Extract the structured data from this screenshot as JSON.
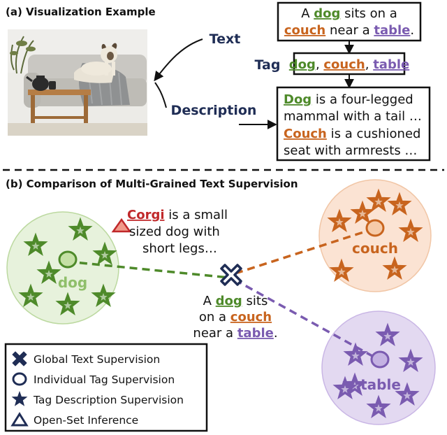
{
  "section_a": {
    "title": "(a) Visualization Example"
  },
  "section_b": {
    "title": "(b) Comparison of Multi-Grained Text Supervision"
  },
  "photo": {
    "alt": "Dog lying on a couch next to a wooden table"
  },
  "labels": {
    "text": "Text",
    "tag": "Tag",
    "description": "Description"
  },
  "text_box": {
    "line1": [
      {
        "t": "A "
      },
      {
        "t": "dog",
        "c": "green"
      },
      {
        "t": " sits on a"
      }
    ],
    "line2": [
      {
        "t": "couch",
        "c": "orange"
      },
      {
        "t": " near a "
      },
      {
        "t": "table",
        "c": "purple"
      },
      {
        "t": "."
      }
    ]
  },
  "tag_box": [
    {
      "t": "dog",
      "c": "green"
    },
    {
      "t": ", "
    },
    {
      "t": "couch",
      "c": "orange"
    },
    {
      "t": ", "
    },
    {
      "t": "table",
      "c": "purple"
    }
  ],
  "description_box": {
    "line1": [
      {
        "t": "Dog",
        "c": "green"
      },
      {
        "t": " is a four-legged"
      }
    ],
    "line2": [
      {
        "t": "mammal with a tail …"
      }
    ],
    "line3": [
      {
        "t": "Couch",
        "c": "orange"
      },
      {
        "t": " is a cushioned"
      }
    ],
    "line4": [
      {
        "t": "seat with armrests …"
      }
    ]
  },
  "corgi_text": {
    "line1": [
      {
        "t": "Corgi",
        "c": "red"
      },
      {
        "t": " is a small"
      }
    ],
    "line2": [
      {
        "t": "sized dog with"
      }
    ],
    "line3": [
      {
        "t": "short legs…"
      }
    ]
  },
  "center_text": {
    "line1": [
      {
        "t": "A "
      },
      {
        "t": "dog",
        "c": "green"
      },
      {
        "t": " sits"
      }
    ],
    "line2": [
      {
        "t": "on a "
      },
      {
        "t": "couch",
        "c": "orange"
      }
    ],
    "line3": [
      {
        "t": "near a "
      },
      {
        "t": "table",
        "c": "purple"
      },
      {
        "t": "."
      }
    ]
  },
  "clusters": {
    "dog": "dog",
    "couch": "couch",
    "table": "table"
  },
  "legend": {
    "global": "Global Text Supervision",
    "individual": "Individual Tag Supervision",
    "tag_description": "Tag Description Supervision",
    "open_set": "Open-Set Inference"
  },
  "colors": {
    "green": "#4e8a2a",
    "green_light": "#e7f2dc",
    "green_node": "#c5e0a5",
    "orange": "#c8641e",
    "orange_light": "#fbe3d3",
    "orange_node": "#f6cba9",
    "purple": "#7a5bb0",
    "purple_light": "#e3d9f1",
    "purple_node": "#c4b2e2",
    "red": "#c0282a",
    "navy": "#1f2d55",
    "dark": "#111111"
  }
}
